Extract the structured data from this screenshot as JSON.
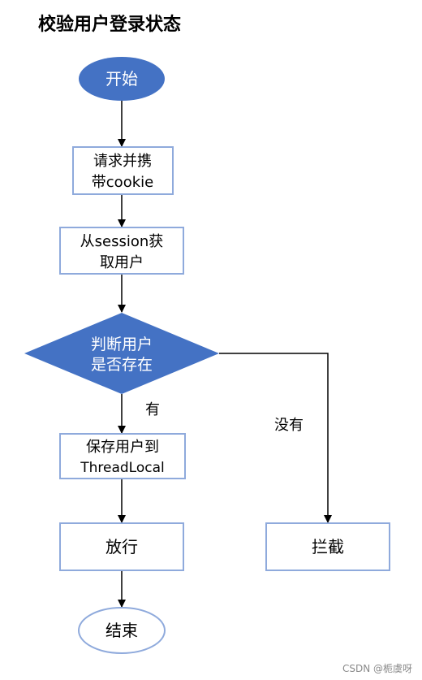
{
  "title": "校验用户登录状态",
  "watermark": "CSDN @栀虞呀",
  "colors": {
    "filled": "#4472C4",
    "box_border": "#8FAADC",
    "line": "#000000",
    "text_dark": "#000000",
    "text_light": "#ffffff"
  },
  "nodes": {
    "start": {
      "label": "开始"
    },
    "request": {
      "line1": "请求并携",
      "line2": "带cookie"
    },
    "fetch": {
      "line1": "从session获",
      "line2": "取用户"
    },
    "decision": {
      "line1": "判断用户",
      "line2": "是否存在"
    },
    "save": {
      "line1": "保存用户到",
      "line2": "ThreadLocal"
    },
    "pass": {
      "label": "放行"
    },
    "block": {
      "label": "拦截"
    },
    "end": {
      "label": "结束"
    }
  },
  "edges": {
    "yes_label": "有",
    "no_label": "没有"
  }
}
